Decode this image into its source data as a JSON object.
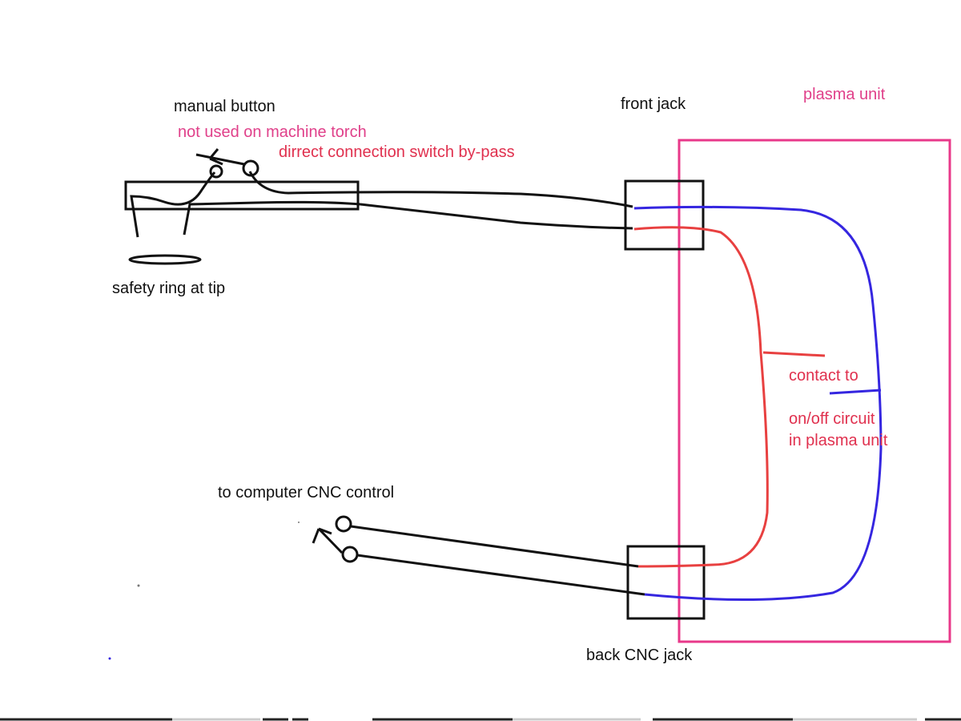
{
  "labels": {
    "manual_button": "manual button",
    "not_used": "not used on machine torch",
    "bypass": "dirrect connection switch by-pass",
    "safety_ring": "safety ring at tip",
    "front_jack": "front jack",
    "plasma_unit": "plasma unit",
    "contact_to": "contact to",
    "onoff_circuit_line1": "on/off circuit",
    "onoff_circuit_line2": "in plasma unit",
    "to_computer": "to computer CNC control",
    "back_jack": "back CNC jack"
  },
  "colors": {
    "wire_black": "#111111",
    "wire_red": "#e84040",
    "wire_blue": "#3526e0",
    "plasma_box": "#e8388a",
    "label_pink": "#e0408a",
    "label_red": "#e0304e"
  }
}
